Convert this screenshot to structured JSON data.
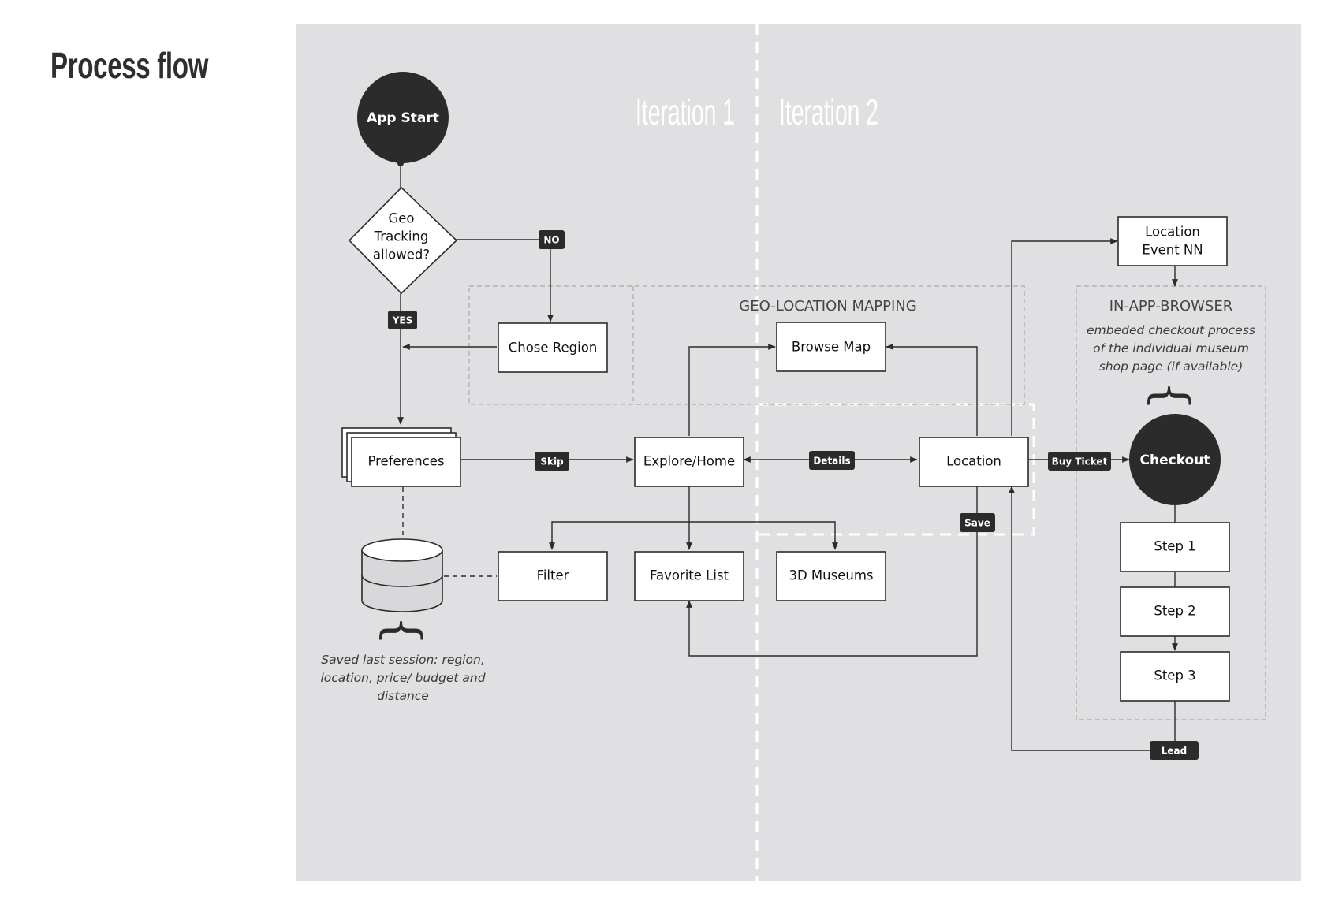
{
  "page": {
    "title": "Process flow"
  },
  "iterations": [
    "Iteration 1",
    "Iteration 2"
  ],
  "groups": {
    "geo_mapping": "GEO-LOCATION MAPPING",
    "in_app_browser": "IN-APP-BROWSER"
  },
  "nodes": {
    "app_start": "App Start",
    "geo_tracking": [
      "Geo",
      "Tracking",
      "allowed?"
    ],
    "chose_region": "Chose Region",
    "preferences": "Preferences",
    "explore_home": "Explore/Home",
    "browse_map": "Browse Map",
    "location": "Location",
    "location_event": [
      "Location",
      "Event NN"
    ],
    "filter": "Filter",
    "favorite_list": "Favorite List",
    "museums_3d": "3D Museums",
    "checkout": "Checkout",
    "step1": "Step 1",
    "step2": "Step 2",
    "step3": "Step 3"
  },
  "edge_labels": {
    "no": "NO",
    "yes": "YES",
    "skip": "Skip",
    "details": "Details",
    "buy_ticket": "Buy Ticket",
    "save": "Save",
    "lead": "Lead"
  },
  "notes": {
    "session": [
      "Saved last session: region,",
      "location, price/ budget and",
      "distance"
    ],
    "browser": [
      "embeded checkout process",
      "of the individual museum",
      "shop page (if available)"
    ]
  },
  "colors": {
    "canvas": "#e0e0e2",
    "dark": "#2b2b2b",
    "divider": "#ffffff"
  }
}
